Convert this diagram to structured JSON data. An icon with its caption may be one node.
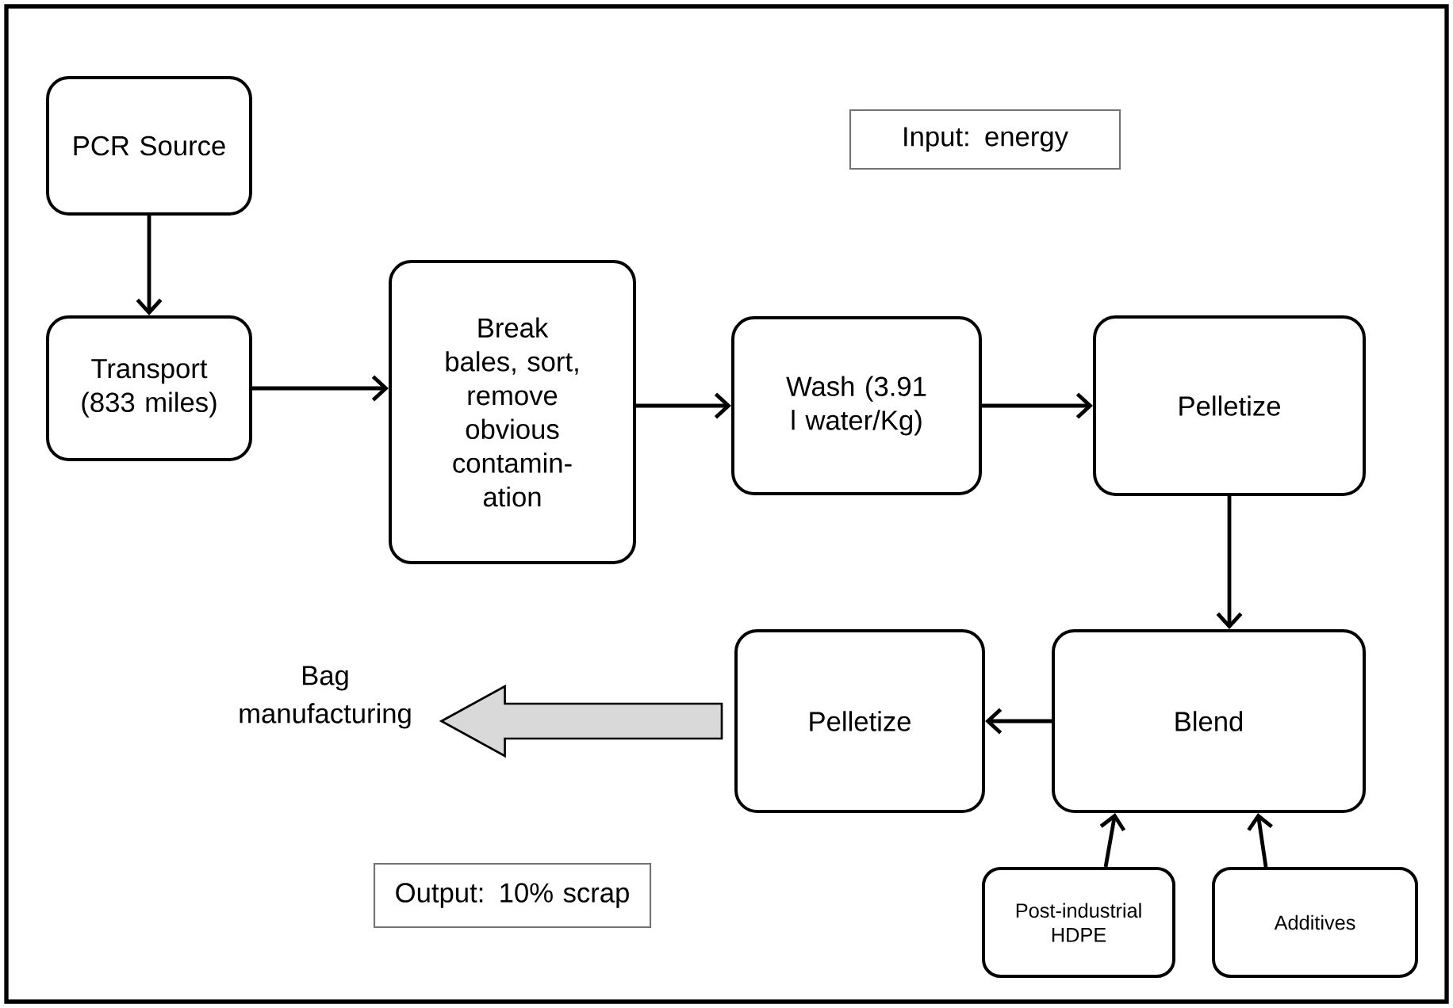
{
  "diagram": {
    "nodes": [
      {
        "text": [
          "PCR Source"
        ]
      },
      {
        "text": [
          "Input: energy"
        ]
      },
      {
        "text": [
          "Transport (833 miles)"
        ]
      },
      {
        "text": [
          "Break bales, sort, remove obvious contamin-ation"
        ]
      },
      {
        "text": [
          "Wash (3.91 l water/Kg)"
        ]
      },
      {
        "text": [
          "Pelletize"
        ]
      },
      {
        "text": [
          "Bag manufacturing"
        ]
      },
      {
        "text": [
          "Pelletize"
        ]
      },
      {
        "text": [
          "Blend"
        ]
      },
      {
        "text": [
          "Output: 10% scrap"
        ]
      },
      {
        "text": [
          "Post-industrial HDPE"
        ]
      },
      {
        "text": [
          "Additives"
        ]
      }
    ],
    "edges": [
      {
        "from": 0,
        "to": 2,
        "arrow": "to"
      },
      {
        "from": 2,
        "to": 3,
        "arrow": "to"
      },
      {
        "from": 3,
        "to": 4,
        "arrow": "to"
      },
      {
        "from": 4,
        "to": 5,
        "arrow": "to"
      },
      {
        "from": 5,
        "to": 8,
        "arrow": "to"
      },
      {
        "from": 8,
        "to": 7,
        "arrow": "to"
      },
      {
        "from": 7,
        "to": 6,
        "arrow": "to",
        "style": "thick",
        "color": "#d9d9d9"
      },
      {
        "from": 10,
        "to": 8,
        "arrow": "to"
      },
      {
        "from": 11,
        "to": 8,
        "arrow": "to"
      }
    ]
  }
}
